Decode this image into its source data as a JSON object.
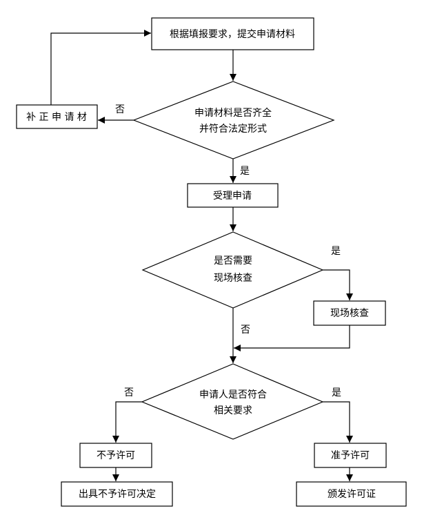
{
  "nodes": {
    "submit": "根据填报要求，提交申请材料",
    "check_materials_line1": "申请材料是否齐全",
    "check_materials_line2": "并符合法定形式",
    "supplement": "补 正 申 请 材",
    "accept": "受理申请",
    "need_inspection_line1": "是否需要",
    "need_inspection_line2": "现场核查",
    "inspection": "现场核查",
    "qualify_line1": "申请人是否符合",
    "qualify_line2": "相关要求",
    "deny": "不予许可",
    "deny_decision": "出具不予许可决定",
    "approve": "准予许可",
    "issue": "颁发许可证"
  },
  "edge_labels": {
    "materials_no": "否",
    "materials_yes": "是",
    "inspection_yes": "是",
    "inspection_no": "否",
    "qualify_no": "否",
    "qualify_yes": "是"
  }
}
